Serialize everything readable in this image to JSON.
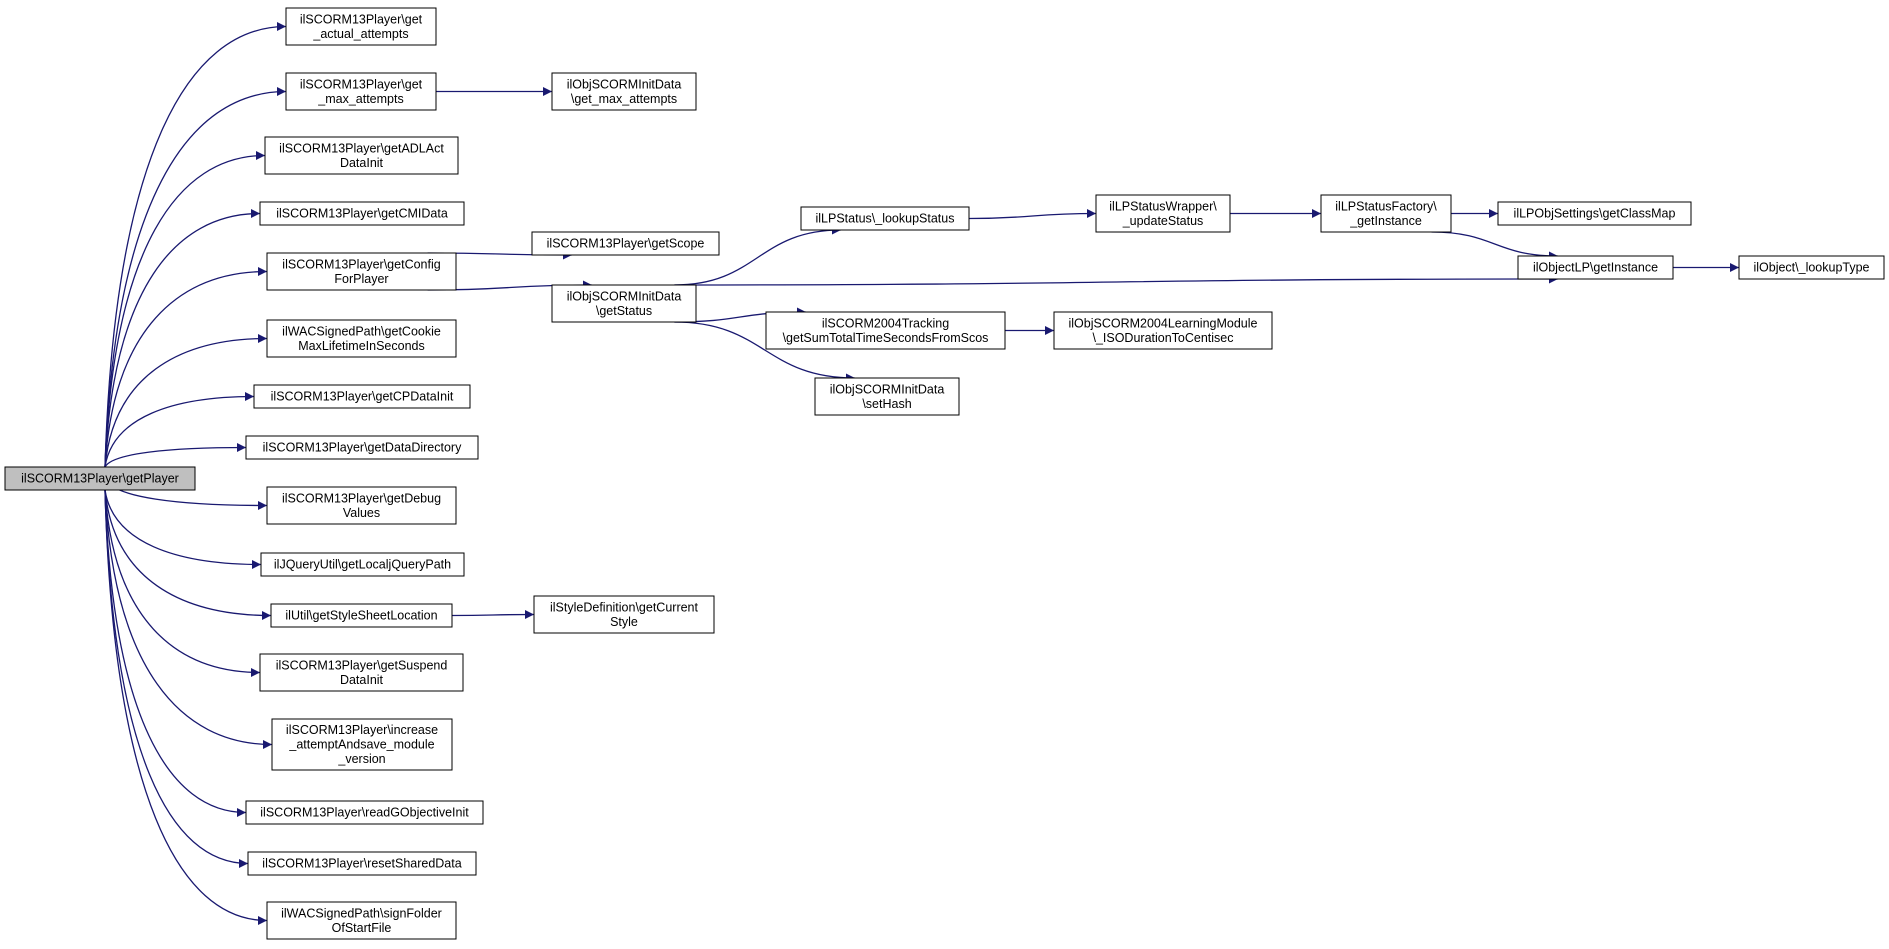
{
  "colors": {
    "edge": "#191970",
    "node_border": "#000000",
    "node_fill": "#ffffff",
    "root_fill": "#bfbfbf"
  },
  "nodes": [
    {
      "id": "root",
      "lines": [
        "ilSCORM13Player\\getPlayer"
      ],
      "highlight": true
    },
    {
      "id": "n1",
      "lines": [
        "ilSCORM13Player\\get",
        "_actual_attempts"
      ]
    },
    {
      "id": "n2",
      "lines": [
        "ilSCORM13Player\\get",
        "_max_attempts"
      ]
    },
    {
      "id": "n3",
      "lines": [
        "ilObjSCORMInitData",
        "\\get_max_attempts"
      ]
    },
    {
      "id": "n4",
      "lines": [
        "ilSCORM13Player\\getADLAct",
        "DataInit"
      ]
    },
    {
      "id": "n5",
      "lines": [
        "ilSCORM13Player\\getCMIData"
      ]
    },
    {
      "id": "n6",
      "lines": [
        "ilSCORM13Player\\getConfig",
        "ForPlayer"
      ]
    },
    {
      "id": "n7",
      "lines": [
        "ilSCORM13Player\\getScope"
      ]
    },
    {
      "id": "n8",
      "lines": [
        "ilObjSCORMInitData",
        "\\getStatus"
      ]
    },
    {
      "id": "n9",
      "lines": [
        "ilLPStatus\\_lookupStatus"
      ]
    },
    {
      "id": "n10",
      "lines": [
        "ilLPStatusWrapper\\",
        "_updateStatus"
      ]
    },
    {
      "id": "n11",
      "lines": [
        "ilLPStatusFactory\\",
        "_getInstance"
      ]
    },
    {
      "id": "n12",
      "lines": [
        "ilLPObjSettings\\getClassMap"
      ]
    },
    {
      "id": "n13",
      "lines": [
        "ilObjectLP\\getInstance"
      ]
    },
    {
      "id": "n14",
      "lines": [
        "ilObject\\_lookupType"
      ]
    },
    {
      "id": "n15",
      "lines": [
        "ilSCORM2004Tracking",
        "\\getSumTotalTimeSecondsFromScos"
      ]
    },
    {
      "id": "n16",
      "lines": [
        "ilObjSCORM2004LearningModule",
        "\\_ISODurationToCentisec"
      ]
    },
    {
      "id": "n17",
      "lines": [
        "ilObjSCORMInitData",
        "\\setHash"
      ]
    },
    {
      "id": "n18",
      "lines": [
        "ilWACSignedPath\\getCookie",
        "MaxLifetimeInSeconds"
      ]
    },
    {
      "id": "n19",
      "lines": [
        "ilSCORM13Player\\getCPDataInit"
      ]
    },
    {
      "id": "n20",
      "lines": [
        "ilSCORM13Player\\getDataDirectory"
      ]
    },
    {
      "id": "n21",
      "lines": [
        "ilSCORM13Player\\getDebug",
        "Values"
      ]
    },
    {
      "id": "n22",
      "lines": [
        "ilJQueryUtil\\getLocaljQueryPath"
      ]
    },
    {
      "id": "n23",
      "lines": [
        "ilUtil\\getStyleSheetLocation"
      ]
    },
    {
      "id": "n24",
      "lines": [
        "ilStyleDefinition\\getCurrent",
        "Style"
      ]
    },
    {
      "id": "n25",
      "lines": [
        "ilSCORM13Player\\getSuspend",
        "DataInit"
      ]
    },
    {
      "id": "n26",
      "lines": [
        "ilSCORM13Player\\increase",
        "_attemptAndsave_module",
        "_version"
      ]
    },
    {
      "id": "n27",
      "lines": [
        "ilSCORM13Player\\readGObjectiveInit"
      ]
    },
    {
      "id": "n28",
      "lines": [
        "ilSCORM13Player\\resetSharedData"
      ]
    },
    {
      "id": "n29",
      "lines": [
        "ilWACSignedPath\\signFolder",
        "OfStartFile"
      ]
    }
  ],
  "edges": [
    {
      "from": "root",
      "to": "n1"
    },
    {
      "from": "root",
      "to": "n2"
    },
    {
      "from": "n2",
      "to": "n3"
    },
    {
      "from": "root",
      "to": "n4"
    },
    {
      "from": "root",
      "to": "n5"
    },
    {
      "from": "root",
      "to": "n6"
    },
    {
      "from": "n6",
      "to": "n7"
    },
    {
      "from": "n6",
      "to": "n8"
    },
    {
      "from": "n8",
      "to": "n9"
    },
    {
      "from": "n9",
      "to": "n10"
    },
    {
      "from": "n10",
      "to": "n11"
    },
    {
      "from": "n11",
      "to": "n12"
    },
    {
      "from": "n11",
      "to": "n13"
    },
    {
      "from": "n13",
      "to": "n14"
    },
    {
      "from": "n8",
      "to": "n13"
    },
    {
      "from": "n8",
      "to": "n15"
    },
    {
      "from": "n15",
      "to": "n16"
    },
    {
      "from": "n8",
      "to": "n17"
    },
    {
      "from": "root",
      "to": "n18"
    },
    {
      "from": "root",
      "to": "n19"
    },
    {
      "from": "root",
      "to": "n20"
    },
    {
      "from": "root",
      "to": "n21"
    },
    {
      "from": "root",
      "to": "n22"
    },
    {
      "from": "root",
      "to": "n23"
    },
    {
      "from": "n23",
      "to": "n24"
    },
    {
      "from": "root",
      "to": "n25"
    },
    {
      "from": "root",
      "to": "n26"
    },
    {
      "from": "root",
      "to": "n27"
    },
    {
      "from": "root",
      "to": "n28"
    },
    {
      "from": "root",
      "to": "n29"
    }
  ]
}
